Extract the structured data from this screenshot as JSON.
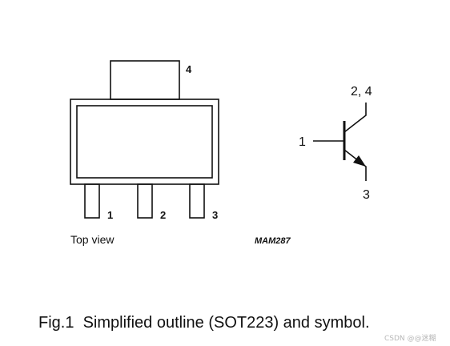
{
  "package": {
    "pin_labels": [
      "1",
      "2",
      "3"
    ],
    "tab_label": "4",
    "view_label": "Top view",
    "code_label": "MAM287"
  },
  "symbol": {
    "base_label": "1",
    "collector_label": "2, 4",
    "emitter_label": "3"
  },
  "caption": "Fig.1  Simplified outline (SOT223) and symbol.",
  "watermark": "CSDN @@迷糊"
}
